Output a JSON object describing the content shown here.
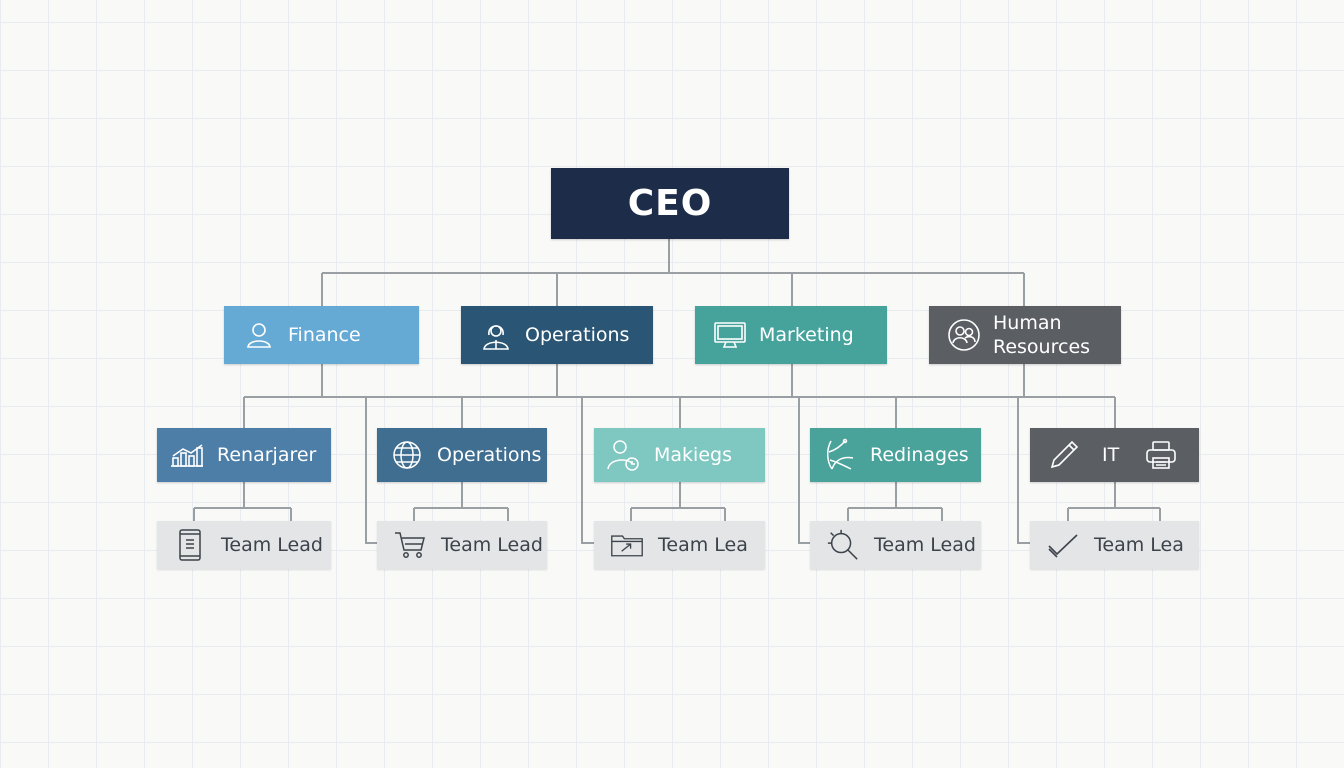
{
  "org": {
    "ceo": "CEO",
    "departments": [
      {
        "label": "Finance",
        "icon": "user-icon",
        "color": "#65a9d5"
      },
      {
        "label": "Operations",
        "icon": "female-user-icon",
        "color": "#2a5574"
      },
      {
        "label": "Marketing",
        "icon": "monitor-icon",
        "color": "#45a39c"
      },
      {
        "label": "Human\nResources",
        "icon": "people-circle-icon",
        "color": "#5b5e62"
      }
    ],
    "sub_units": [
      {
        "label": "Renarjarer",
        "icon": "bar-chart-icon",
        "color": "#4c7ea7"
      },
      {
        "label": "Operations",
        "icon": "globe-icon",
        "color": "#3f6e91"
      },
      {
        "label": "Makiegs",
        "icon": "user-clock-icon",
        "color": "#7fc8c2"
      },
      {
        "label": "Redinages",
        "icon": "branch-icon",
        "color": "#4aa39b"
      },
      {
        "label": "IT",
        "icon": "pencil-icon",
        "icon2": "printer-icon",
        "color": "#5b5e62"
      }
    ],
    "team_leads": [
      {
        "label": "Team Lead",
        "icon": "mobile-document-icon"
      },
      {
        "label": "Team Lead",
        "icon": "shopping-cart-icon"
      },
      {
        "label": "Team Lea",
        "icon": "folder-chart-icon"
      },
      {
        "label": "Team Lead",
        "icon": "magnifier-icon"
      },
      {
        "label": "Team Lea",
        "icon": "checkmark-icon"
      }
    ]
  }
}
